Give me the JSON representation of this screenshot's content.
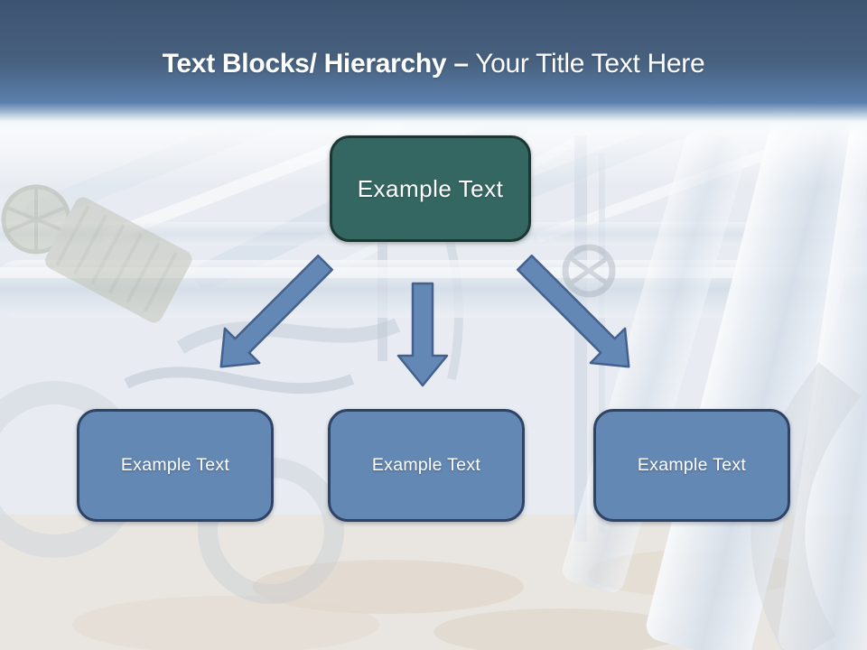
{
  "slide": {
    "title": {
      "bold": "Text Blocks/ Hierarchy –",
      "regular": "Your Title Text Here"
    },
    "root_node": {
      "label": "Example Text"
    },
    "child_nodes": [
      {
        "label": "Example Text"
      },
      {
        "label": "Example Text"
      },
      {
        "label": "Example Text"
      }
    ],
    "colors": {
      "header_top": "#3e5572",
      "header_bottom": "#5b80ad",
      "title_text": "#ffffff",
      "root_fill": "#356762",
      "root_border": "#1c3733",
      "child_fill": "#6488b4",
      "child_border": "#2e4365",
      "arrow_fill": "#6488b6",
      "arrow_border": "#44618e"
    }
  }
}
